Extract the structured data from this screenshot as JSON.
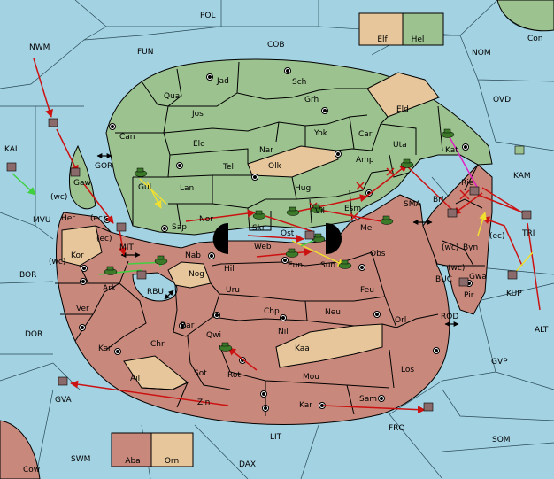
{
  "colors": {
    "sea": "#a3d2e2",
    "faction_green": "#9cc28f",
    "faction_red": "#c8887b",
    "neutral": "#e6c69a",
    "outer_land": "#c8887b",
    "supply_center": "#000000",
    "order_red": "#cc1111",
    "order_yellow": "#f0e030",
    "order_green": "#40d040",
    "order_magenta": "#e020c0"
  },
  "legend": {
    "top": [
      {
        "label": "Elf",
        "color": "#e6c69a"
      },
      {
        "label": "Hel",
        "color": "#9cc28f"
      }
    ],
    "bottom": [
      {
        "label": "Aba",
        "color": "#c8887b"
      },
      {
        "label": "Orn",
        "color": "#e6c69a"
      }
    ]
  },
  "sea_labels": [
    "POL",
    "NWM",
    "FUN",
    "COB",
    "NOM",
    "Con",
    "OVD",
    "KAL",
    "KAM",
    "MVU",
    "BOR",
    "DOR",
    "ALT",
    "GVP",
    "BUC",
    "ROD",
    "SMA",
    "LIT",
    "FRO",
    "SOM",
    "SWM",
    "DAX",
    "Cow",
    "GVA",
    "(wc)",
    "(wc)",
    "(ec)",
    "(ec)",
    "(wc)",
    "(wc)",
    "(ec)",
    "GOR",
    "MIT",
    "RBU",
    "TRI",
    "KUP"
  ],
  "green_labels": [
    "Jad",
    "Sch",
    "Qua",
    "Grh",
    "Jos",
    "Eld",
    "Can",
    "Yok",
    "Car",
    "Elc",
    "Nar",
    "Uta",
    "Amp",
    "Tel",
    "Olk",
    "Kat",
    "Gaw",
    "Gul",
    "Lan",
    "Hug",
    "Esm",
    "Bri",
    "Rie",
    "Sap",
    "Nor",
    "Skr",
    "Vil",
    "Mel"
  ],
  "red_labels": [
    "Her",
    "Kor",
    "Ark",
    "Nab",
    "Nog",
    "Web",
    "Ost",
    "Eun",
    "Sun",
    "Obs",
    "Hil",
    "Uru",
    "Feu",
    "Byn",
    "Gwa",
    "Pir",
    "Ver",
    "Chp",
    "Neu",
    "Orl",
    "Bar",
    "Qwi",
    "Nil",
    "Ken",
    "Chr",
    "Kaa",
    "Los",
    "Ail",
    "Sot",
    "Rot",
    "Mou",
    "Zin",
    "Kar",
    "Sam"
  ]
}
